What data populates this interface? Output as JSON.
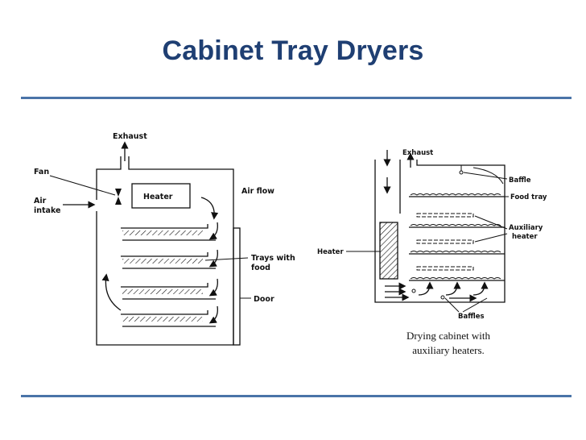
{
  "slide": {
    "title": "Cabinet Tray Dryers"
  },
  "left_diagram": {
    "labels": {
      "exhaust": "Exhaust",
      "fan": "Fan",
      "air_intake_1": "Air",
      "air_intake_2": "intake",
      "heater": "Heater",
      "air_flow": "Air flow",
      "trays_1": "Trays with",
      "trays_2": "food",
      "door": "Door"
    }
  },
  "right_diagram": {
    "labels": {
      "exhaust": "Exhaust",
      "baffle": "Baffle",
      "food_tray": "Food tray",
      "auxiliary_1": "Auxiliary",
      "auxiliary_2": "heater",
      "heater": "Heater",
      "baffles": "Baffles"
    },
    "caption_line1": "Drying cabinet with",
    "caption_line2": "auxiliary heaters."
  }
}
